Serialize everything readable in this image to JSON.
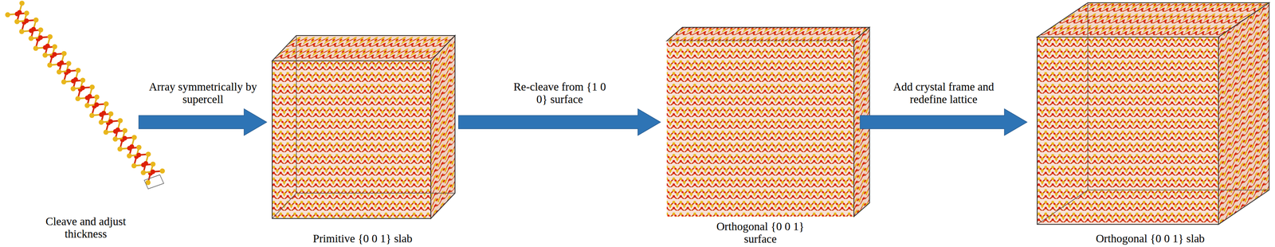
{
  "diagram": {
    "nodes": [
      {
        "text": [
          "Cleave and adjust thickness"
        ]
      },
      {
        "text": [
          "Primitive {0 0 1} slab"
        ]
      },
      {
        "text": [
          "Orthogonal {0 0 1} surface"
        ]
      },
      {
        "text": [
          "Orthogonal {0 0 1} slab"
        ]
      }
    ],
    "edges": [
      {
        "from": 0,
        "to": 1,
        "label": "Array symmetrically by supercell",
        "arrow": "to"
      },
      {
        "from": 1,
        "to": 2,
        "label": "Re-cleave from {1 0 0} surface",
        "arrow": "to"
      },
      {
        "from": 2,
        "to": 3,
        "label": "Add crystal frame and redefine lattice",
        "arrow": "to"
      }
    ]
  }
}
